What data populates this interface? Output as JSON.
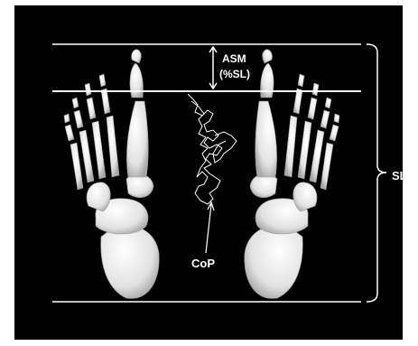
{
  "labels": {
    "asm_line1": "ASM",
    "asm_line2": "(%SL)",
    "sl": "SL",
    "cop": "CoP"
  },
  "colors": {
    "background": "#000000",
    "bone": "#e6e6e6",
    "line": "#ffffff"
  }
}
